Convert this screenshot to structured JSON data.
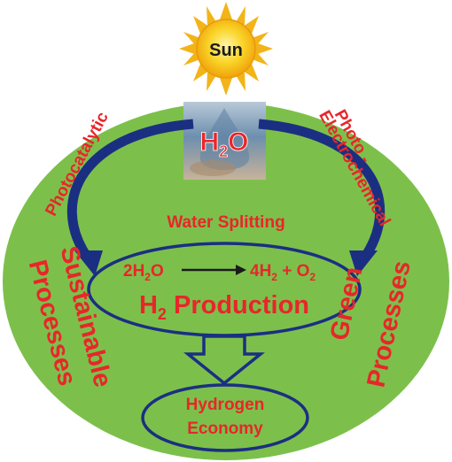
{
  "diagram": {
    "sun_label": "Sun",
    "water": {
      "base": "H",
      "sub": "2",
      "tail": "O"
    },
    "left_arc_label": "Photocatalytic",
    "right_arc_label_line1": "Photo -",
    "right_arc_label_line2": "Electrochemical",
    "water_splitting": "Water Splitting",
    "equation": {
      "lhs": "2H",
      "lhs_sub": "2",
      "lhs_tail": "O",
      "rhs": "4H",
      "rhs_sub": "2",
      "rhs_plus": " + O",
      "rhs_tail_sub": "2"
    },
    "production": {
      "base": "H",
      "sub": "2",
      "tail": " Production"
    },
    "hydrogen_line1": "Hydrogen",
    "hydrogen_line2": "Economy",
    "left_vertical_line1": "Sustainable",
    "left_vertical_line2": "Processes",
    "right_vertical_line1": "Green",
    "right_vertical_line2": "Processes"
  },
  "colors": {
    "background_circle": "#7cc04b",
    "label_red": "#e8262a",
    "outline_navy": "#1b2f82",
    "sun_yellow": "#f7c41a"
  }
}
